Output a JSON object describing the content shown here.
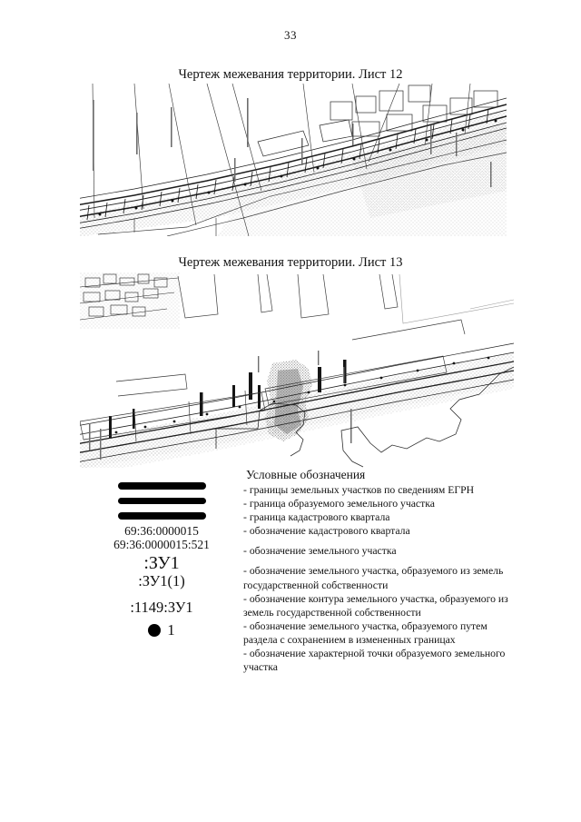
{
  "document": {
    "page_number": "33"
  },
  "maps": [
    {
      "title": "Чертеж межевания территории. Лист 12",
      "name": "map-sheet-12"
    },
    {
      "title": "Чертеж межевания территории. Лист 13",
      "name": "map-sheet-13"
    }
  ],
  "legend": {
    "heading": "Условные обозначения",
    "entries": [
      "- границы земельных участков по сведениям ЕГРН",
      "- граница образуемого земельного участка",
      "- граница кадастрового квартала",
      "- обозначение кадастрового квартала",
      "- обозначение земельного участка",
      "- обозначение земельного участка, образуемого из земель государственной собственности",
      "- обозначение контура земельного участка, образуемого из земель государственной собственности",
      "- обозначение земельного участка, образуемого путем раздела с сохранением в измененных границах",
      "- обозначение характерной точки образуемого земельного участка"
    ],
    "symbols": {
      "cadastral_quarter": "69:36:0000015",
      "cadastral_parcel": "69:36:0000015:521",
      "parcel_zu1": ":ЗУ1",
      "contour_zu1_1": ":ЗУ1(1)",
      "parcel_1149_zu1": ":1149:ЗУ1",
      "point_label": "1"
    }
  },
  "colors": {
    "ink": "#121212",
    "paper": "#ffffff",
    "line": "#2b2b2b",
    "hatch": "#8a8a8a"
  }
}
